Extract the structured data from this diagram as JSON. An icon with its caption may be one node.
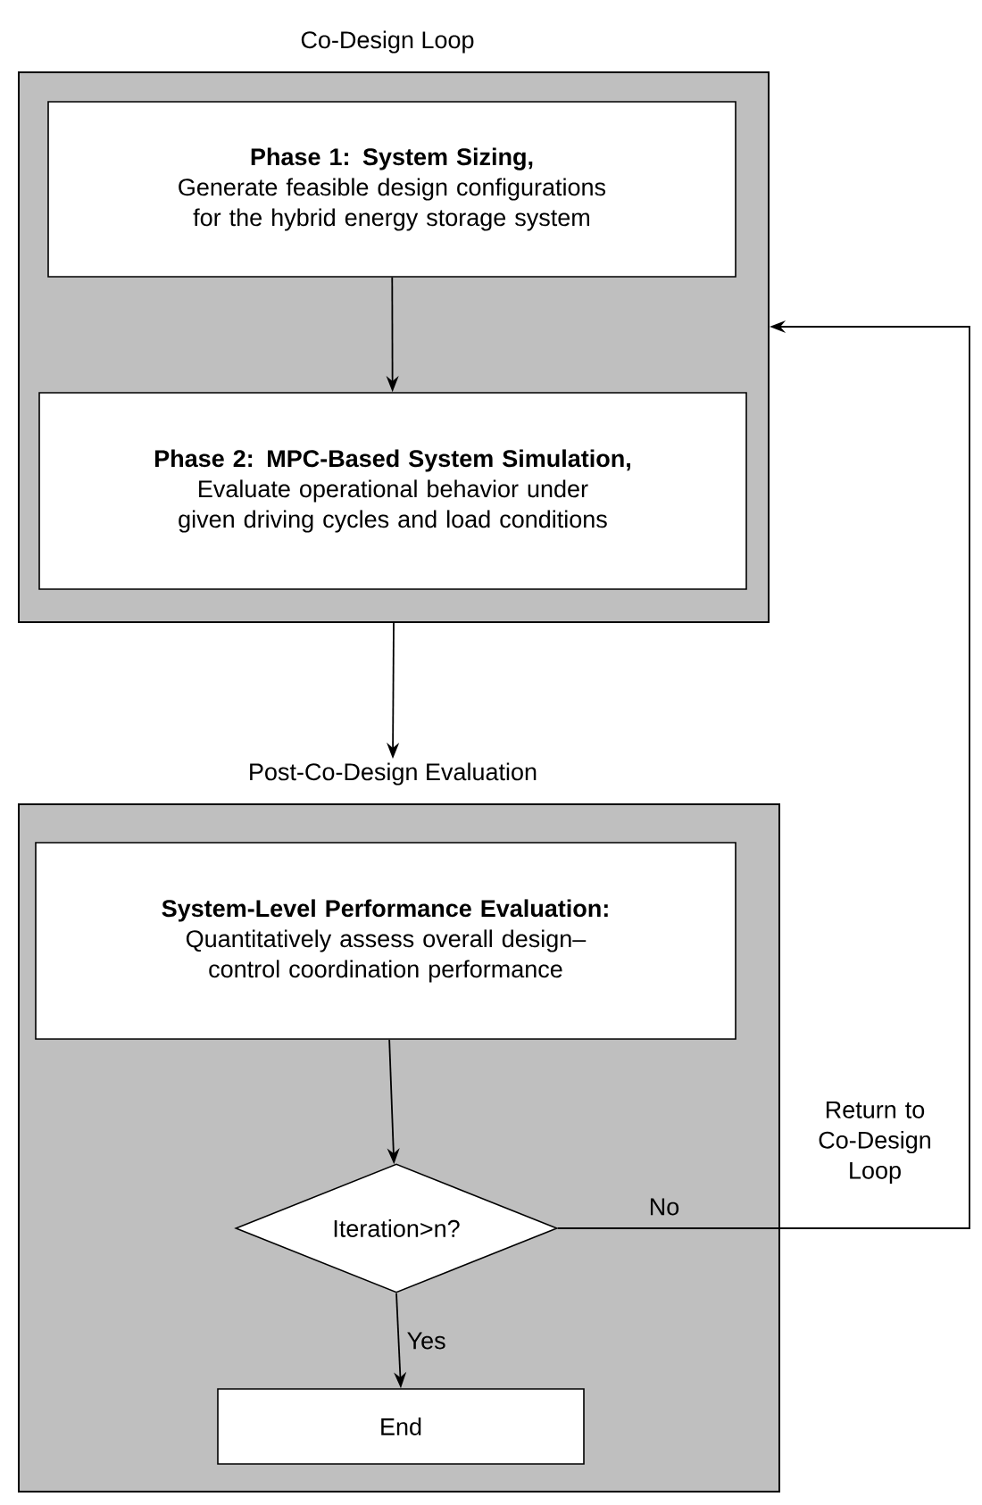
{
  "diagram": {
    "nodes": [
      {
        "text": [
          "Co-Design Loop"
        ]
      },
      {
        "text": [
          "Phase 1: System Sizing,",
          "Generate feasible design configurations for the hybrid energy storage system"
        ],
        "in": 0
      },
      {
        "text": [
          "Phase 2: MPC-Based System Simulation,",
          "Evaluate operational behavior under given driving cycles and load conditions"
        ],
        "in": 0
      },
      {
        "text": [
          "Post-Co-Design Evaluation"
        ]
      },
      {
        "text": [
          "System-Level Performance Evaluation:",
          "Quantitatively assess overall design–control coordination performance"
        ],
        "in": 3
      },
      {
        "text": [
          "Iteration>n?"
        ],
        "in": 3
      },
      {
        "text": [
          "End"
        ],
        "in": 3
      }
    ],
    "edges": [
      {
        "from": 1,
        "to": 2,
        "arrow": "to"
      },
      {
        "from": 0,
        "to": 3,
        "arrow": "to"
      },
      {
        "from": 4,
        "to": 5,
        "arrow": "to"
      },
      {
        "from": 5,
        "to": 6,
        "arrow": "to",
        "label": "Yes"
      },
      {
        "from": 5,
        "to": 0,
        "arrow": "to",
        "label": "No"
      }
    ],
    "labels": [
      "Return to Co-Design Loop"
    ]
  }
}
